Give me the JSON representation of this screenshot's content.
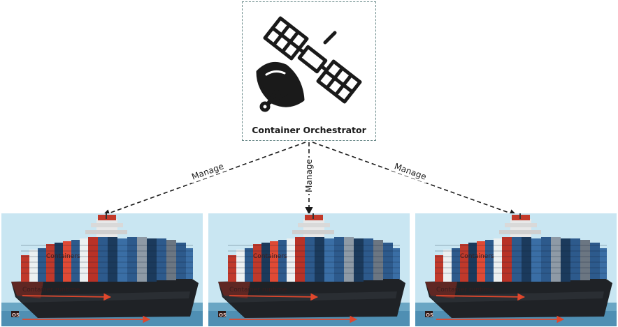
{
  "orchestrator": {
    "label": "Container Orchestrator",
    "icon": "satellite-icon"
  },
  "edges": [
    {
      "label": "Manage",
      "target": "ship-1"
    },
    {
      "label": "Manage",
      "target": "ship-2"
    },
    {
      "label": "Manage",
      "target": "ship-3"
    }
  ],
  "ships": [
    {
      "containers_label": "Containers",
      "runtime_label": "Container runtime",
      "os_label": "OS"
    },
    {
      "containers_label": "Containers",
      "runtime_label": "Container runtime",
      "os_label": "OS"
    },
    {
      "containers_label": "Containers",
      "runtime_label": "Container runtime",
      "os_label": "OS"
    }
  ],
  "colors": {
    "sky": "#c9e6f2",
    "sea": "#6aa6c4",
    "hull": "#1f2226",
    "arrow_red": "#e0472c",
    "edge": "#1a1a1a"
  }
}
